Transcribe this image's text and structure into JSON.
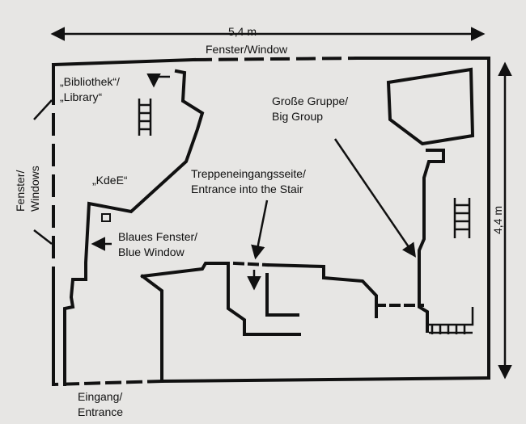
{
  "dimensions": {
    "width": "5,4 m",
    "height": "4,4 m"
  },
  "labels": {
    "window_top": "Fenster/Window",
    "library_de": "„Bibliothek“/",
    "library_en": "„Library“",
    "windows_left_de": "Fenster/",
    "windows_left_en": "Windows",
    "kde": "„KdeE“",
    "blue_window_de": "Blaues Fenster/",
    "blue_window_en": "Blue Window",
    "stair_de": "Treppeneingangsseite/",
    "stair_en": "Entrance into the Stair",
    "big_group_de": "Große Gruppe/",
    "big_group_en": "Big Group",
    "entrance_de": "Eingang/",
    "entrance_en": "Entrance"
  }
}
